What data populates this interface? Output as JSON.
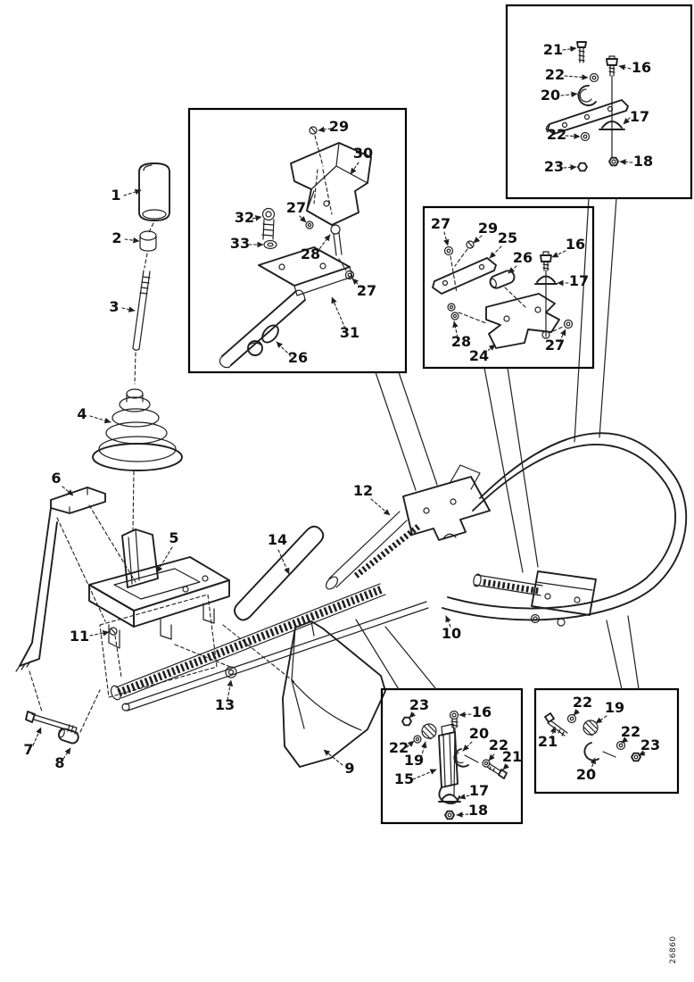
{
  "page": {
    "background": "#ffffff",
    "ink": "#1f1f1f"
  },
  "drawing_number": "26860",
  "callouts": {
    "main": [
      "1",
      "2",
      "3",
      "4",
      "5",
      "6",
      "7",
      "8",
      "9",
      "10",
      "11",
      "12",
      "13",
      "14"
    ],
    "box_top_right": [
      "21",
      "22",
      "16",
      "20",
      "17",
      "22",
      "23",
      "18"
    ],
    "box_middle": [
      "29",
      "30",
      "32",
      "27",
      "33",
      "28",
      "27",
      "31",
      "26"
    ],
    "box_right": [
      "27",
      "29",
      "25",
      "26",
      "16",
      "17",
      "28",
      "24",
      "27"
    ],
    "box_bottom_middle": [
      "23",
      "16",
      "20",
      "22",
      "22",
      "21",
      "19",
      "15",
      "17",
      "18"
    ],
    "box_bottom_right": [
      "22",
      "19",
      "21",
      "22",
      "23",
      "20"
    ]
  }
}
